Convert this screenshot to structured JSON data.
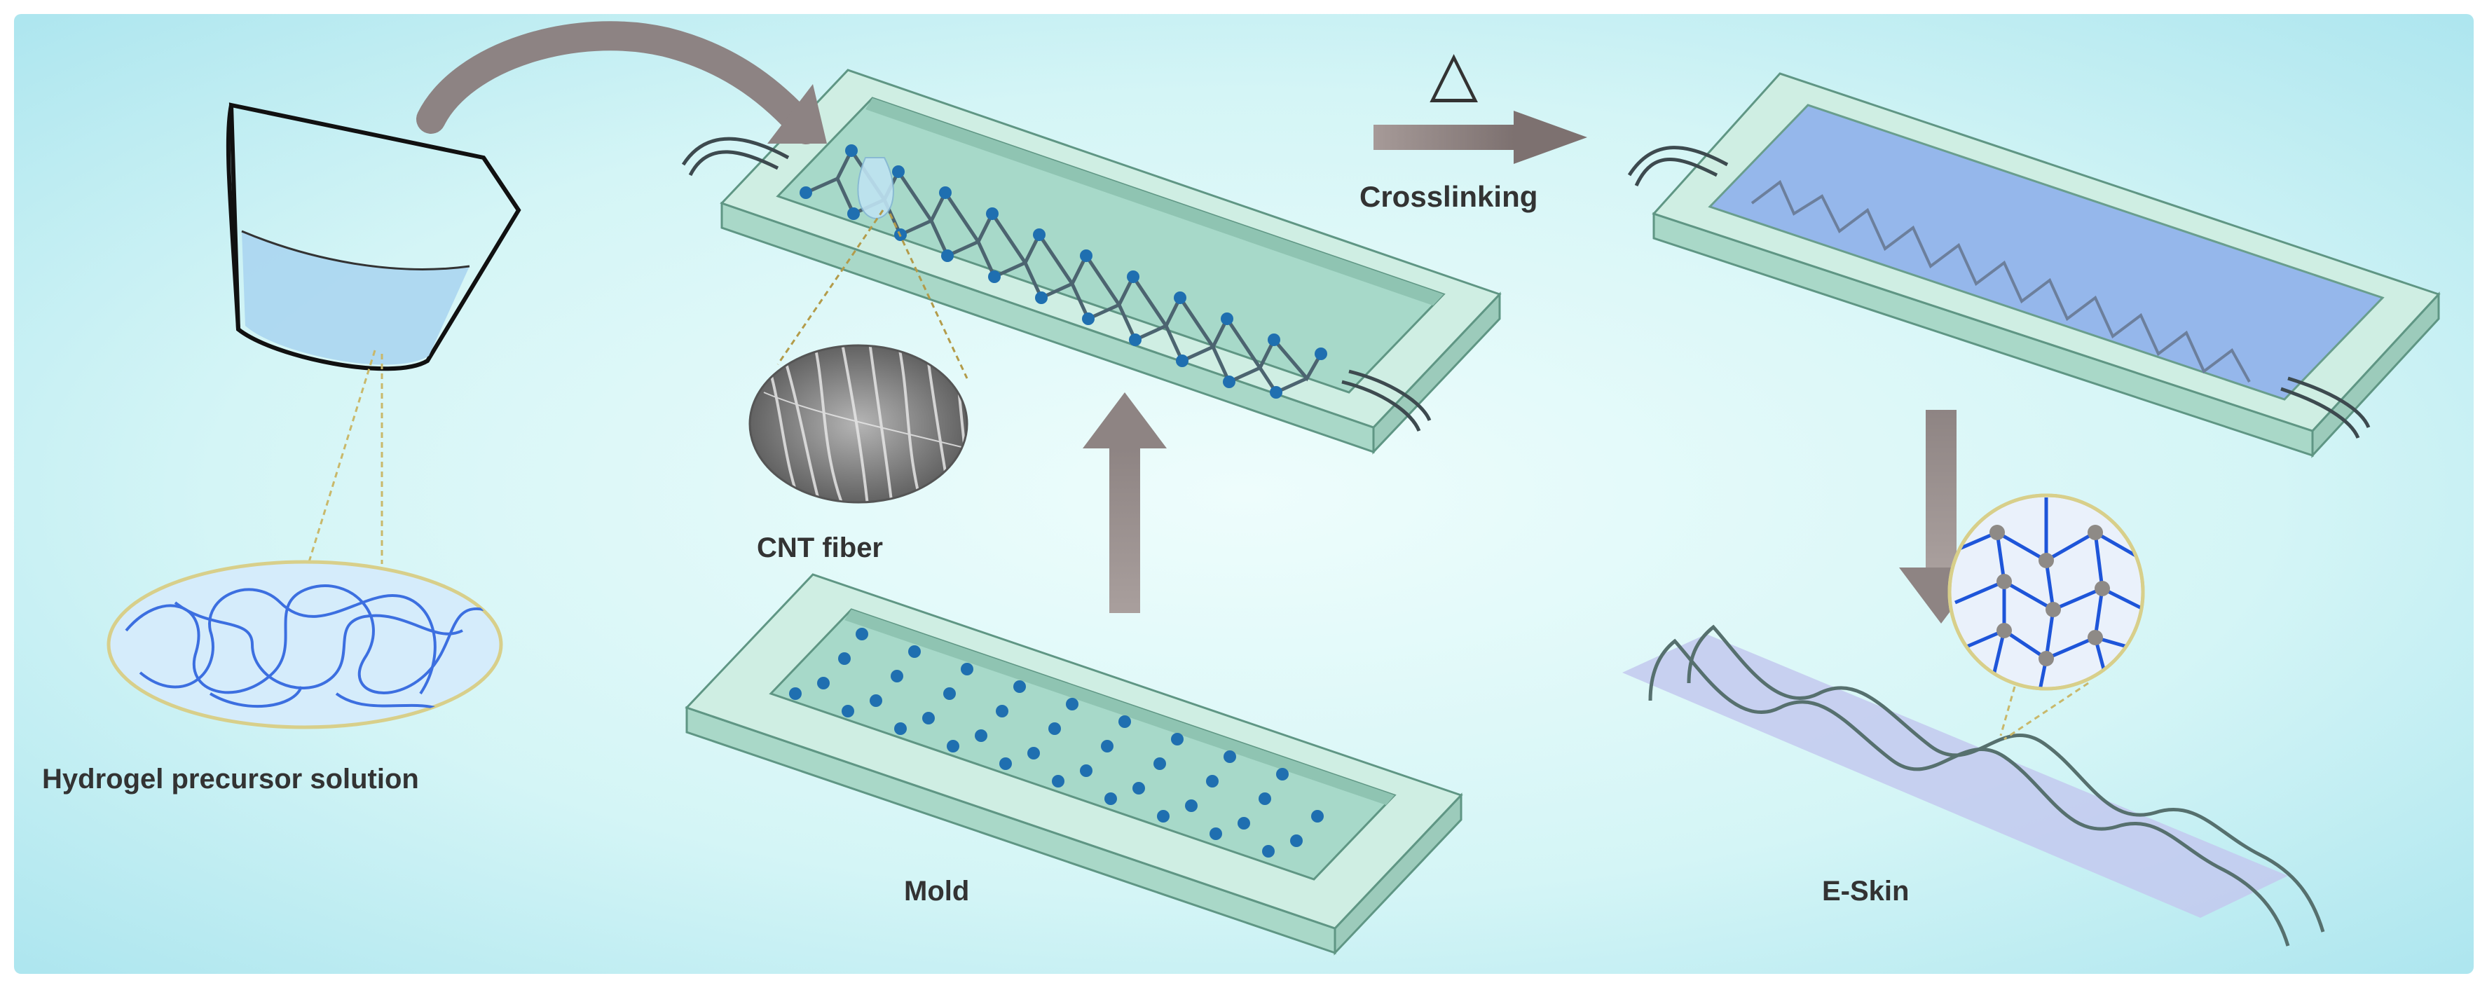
{
  "labels": {
    "crosslinking": "Crosslinking",
    "delta": "△",
    "cnt_fiber": "CNT fiber",
    "hydrogel": "Hydrogel precursor solution",
    "mold": "Mold",
    "eskin": "E-Skin"
  },
  "colors": {
    "bg_edge": "#b8ecf2",
    "bg_center": "#e6fbfb",
    "tray_top": "#cfeee3",
    "tray_side": "#a9d8c8",
    "tray_inner": "#9fd3c2",
    "tray_edge": "#5f9684",
    "dot": "#1f6fb0",
    "zigzag": "#5a6f7a",
    "gel": "#7aa6e8",
    "arrow": "#8a7f7f",
    "polymer": "#3c6fe0",
    "connector": "#c9b86a"
  },
  "icons": [
    "beaker-icon",
    "pour-arrow-icon",
    "heat-delta-icon",
    "arrow-right-icon",
    "arrow-up-icon",
    "arrow-down-icon"
  ]
}
